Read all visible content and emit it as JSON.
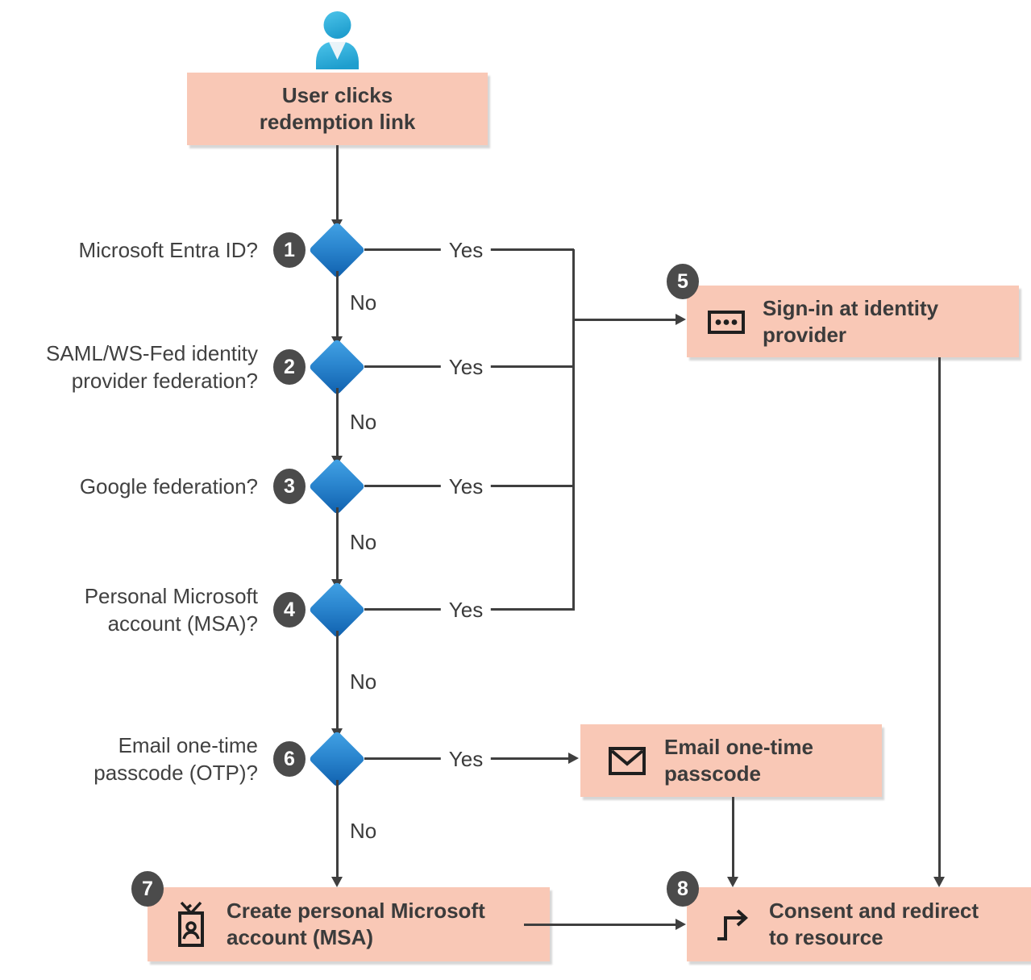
{
  "person": {
    "icon": "person-icon"
  },
  "start_box": {
    "label": "User clicks\nredemption link"
  },
  "decisions": [
    {
      "number": "1",
      "question": "Microsoft Entra ID?",
      "yes_label": "Yes",
      "no_label": "No"
    },
    {
      "number": "2",
      "question": "SAML/WS-Fed identity\nprovider federation?",
      "yes_label": "Yes",
      "no_label": "No"
    },
    {
      "number": "3",
      "question": "Google federation?",
      "yes_label": "Yes",
      "no_label": "No"
    },
    {
      "number": "4",
      "question": "Personal Microsoft\naccount (MSA)?",
      "yes_label": "Yes",
      "no_label": "No"
    },
    {
      "number": "6",
      "question": "Email one-time\npasscode (OTP)?",
      "yes_label": "Yes",
      "no_label": "No"
    }
  ],
  "process_boxes": {
    "signin": {
      "number": "5",
      "label": "Sign-in at identity\nprovider",
      "icon": "password-icon"
    },
    "email_otp": {
      "label": "Email one-time\npasscode",
      "icon": "email-icon"
    },
    "create_msa": {
      "number": "7",
      "label": "Create personal Microsoft\naccount (MSA)",
      "icon": "id-badge-icon"
    },
    "consent_redirect": {
      "number": "8",
      "label": "Consent and redirect\nto resource",
      "icon": "redirect-icon"
    }
  },
  "colors": {
    "box_fill": "#f9c8b6",
    "diamond_light": "#43a3e5",
    "diamond_dark": "#0f5fad",
    "badge_fill": "#4b4b4b",
    "line": "#3f3f3f",
    "text": "#3b3b3b",
    "person_fill": "#35b7e1"
  }
}
